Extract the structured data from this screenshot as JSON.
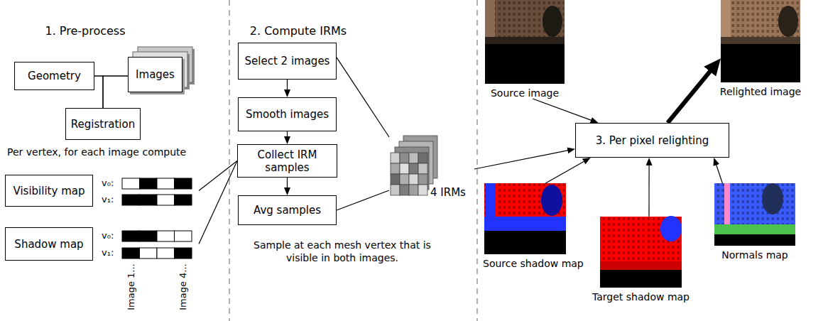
{
  "diagram": {
    "nodes": [
      {
        "text": [
          "Geometry"
        ]
      },
      {
        "text": [
          "Images"
        ]
      },
      {
        "text": [
          "Registration"
        ]
      },
      {
        "text": [
          "Visibility map"
        ]
      },
      {
        "text": [
          "Shadow map"
        ]
      },
      {
        "text": [
          "Select 2 images"
        ]
      },
      {
        "text": [
          "Smooth images"
        ]
      },
      {
        "text": [
          "Collect IRM samples"
        ]
      },
      {
        "text": [
          "Avg samples"
        ]
      },
      {
        "text": [
          "4 IRMs"
        ]
      },
      {
        "text": [
          "Source image"
        ]
      },
      {
        "text": [
          "Relighted image"
        ]
      },
      {
        "text": [
          "3. Per pixel relighting"
        ]
      },
      {
        "text": [
          "Source shadow map"
        ]
      },
      {
        "text": [
          "Target shadow map"
        ]
      },
      {
        "text": [
          "Normals map"
        ]
      }
    ],
    "edges": [
      {
        "from": 0,
        "to": 1,
        "arrow": "none"
      },
      {
        "from": 2,
        "to": 0,
        "arrow": "none"
      },
      {
        "from": 2,
        "to": 1,
        "arrow": "none"
      },
      {
        "from": 3,
        "to": 7,
        "arrow": "none"
      },
      {
        "from": 4,
        "to": 7,
        "arrow": "none"
      },
      {
        "from": 5,
        "to": 6,
        "arrow": "to"
      },
      {
        "from": 6,
        "to": 7,
        "arrow": "to"
      },
      {
        "from": 7,
        "to": 8,
        "arrow": "to"
      },
      {
        "from": 5,
        "to": 9,
        "arrow": "none"
      },
      {
        "from": 8,
        "to": 9,
        "arrow": "none"
      },
      {
        "from": 9,
        "to": 12,
        "arrow": "to"
      },
      {
        "from": 10,
        "to": 12,
        "arrow": "to"
      },
      {
        "from": 13,
        "to": 12,
        "arrow": "to"
      },
      {
        "from": 14,
        "to": 12,
        "arrow": "to"
      },
      {
        "from": 15,
        "to": 12,
        "arrow": "to"
      },
      {
        "from": 12,
        "to": 11,
        "arrow": "to"
      }
    ],
    "labels": [
      "1. Pre-process",
      "2. Compute IRMs",
      "Per vertex, for each image compute",
      "v₀:",
      "v₁:",
      "v₀:",
      "v₁:",
      "Image 1...",
      "Image 4...",
      "Sample at each mesh vertex that is visible in both images."
    ]
  }
}
